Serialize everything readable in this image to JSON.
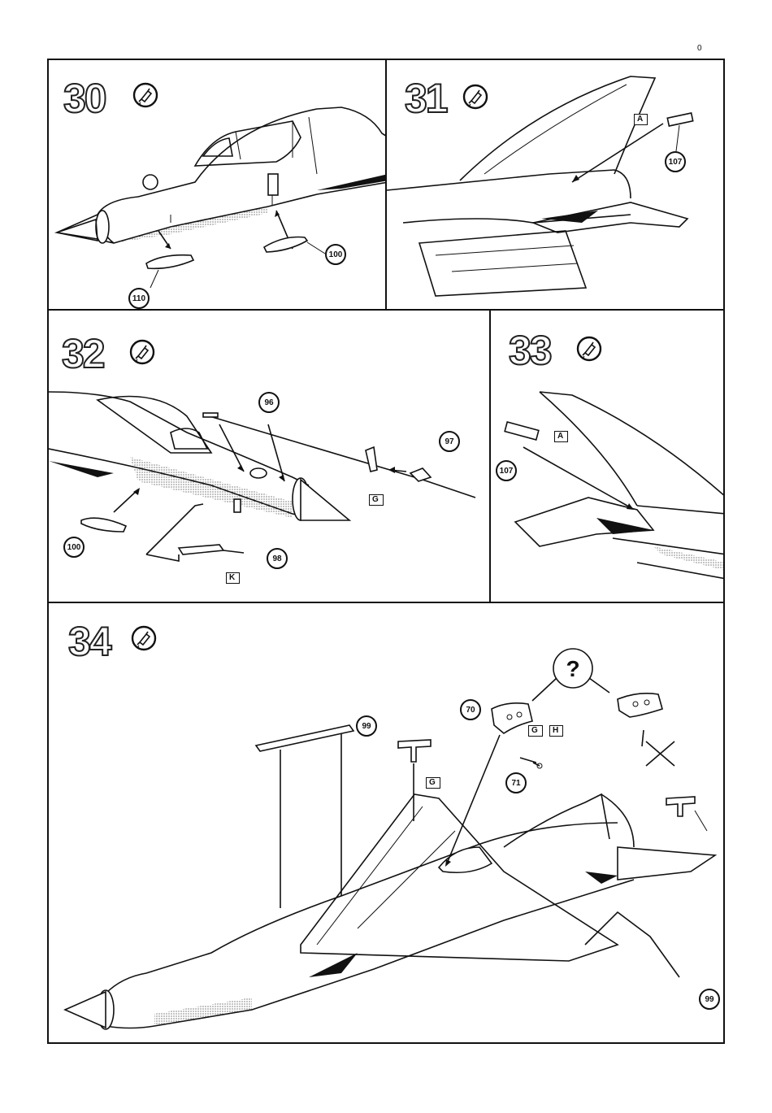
{
  "page": {
    "number": "0"
  },
  "steps": [
    {
      "num": "30",
      "parts": [
        "100",
        "110"
      ]
    },
    {
      "num": "31",
      "parts": [
        "107"
      ],
      "flags": [
        "A"
      ]
    },
    {
      "num": "32",
      "parts": [
        "96",
        "97",
        "98",
        "100"
      ],
      "flags": [
        "G",
        "K"
      ]
    },
    {
      "num": "33",
      "parts": [
        "107"
      ],
      "flags": [
        "A"
      ]
    },
    {
      "num": "34",
      "parts": [
        "70",
        "71",
        "99",
        "99"
      ],
      "flags": [
        "G",
        "G",
        "H"
      ],
      "query": "?"
    }
  ],
  "icons": {
    "glue": "glue-tube-icon",
    "choice": "question-bubble-icon",
    "no": "cross-out-icon"
  }
}
